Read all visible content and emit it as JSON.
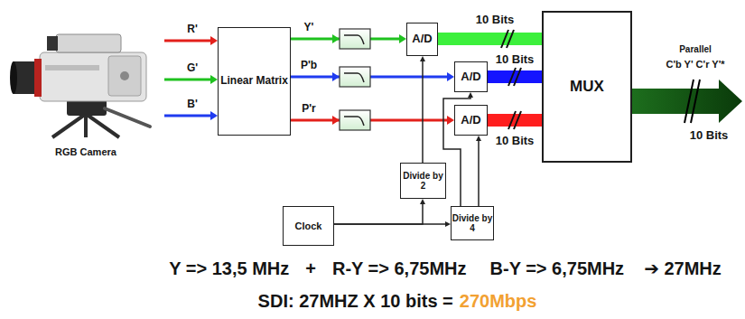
{
  "diagram": {
    "nodes": [
      {
        "text": [
          "RGB Camera"
        ]
      },
      {
        "text": [
          "Linear Matrix"
        ]
      },
      {
        "text": [
          "A/D"
        ]
      },
      {
        "text": [
          "A/D"
        ]
      },
      {
        "text": [
          "A/D"
        ]
      },
      {
        "text": [
          "MUX"
        ]
      },
      {
        "text": [
          "Clock"
        ]
      },
      {
        "text": [
          "Divide by 2"
        ]
      },
      {
        "text": [
          "Divide by 4"
        ]
      }
    ],
    "edges": [
      {
        "from": 0,
        "to": 1,
        "label": "R'",
        "arrow": "to"
      },
      {
        "from": 0,
        "to": 1,
        "label": "G'",
        "arrow": "to"
      },
      {
        "from": 0,
        "to": 1,
        "label": "B'",
        "arrow": "to"
      },
      {
        "from": 1,
        "to": 2,
        "label": "Y'",
        "arrow": "to"
      },
      {
        "from": 1,
        "to": 3,
        "label": "P'b",
        "arrow": "to"
      },
      {
        "from": 1,
        "to": 4,
        "label": "P'r",
        "arrow": "to"
      },
      {
        "from": 2,
        "to": 5,
        "label": "10 Bits",
        "arrow": "none"
      },
      {
        "from": 3,
        "to": 5,
        "label": "10 Bits",
        "arrow": "none"
      },
      {
        "from": 4,
        "to": 5,
        "label": "10 Bits",
        "arrow": "none"
      },
      {
        "from": 6,
        "to": 7,
        "arrow": "to"
      },
      {
        "from": 6,
        "to": 8,
        "arrow": "to"
      },
      {
        "from": 7,
        "to": 2,
        "arrow": "to"
      },
      {
        "from": 8,
        "to": 4,
        "arrow": "to"
      },
      {
        "from": 8,
        "to": 3,
        "arrow": "to"
      }
    ],
    "labels": [
      "Parallel",
      "C'b Y' C'r Y'*",
      "10 Bits",
      "Y => 13,5 MHz",
      "+",
      "R-Y => 6,75MHz",
      "B-Y => 6,75MHz",
      "➔ 27MHz",
      "SDI: 27MHZ X 10 bits =",
      "270Mbps"
    ]
  }
}
